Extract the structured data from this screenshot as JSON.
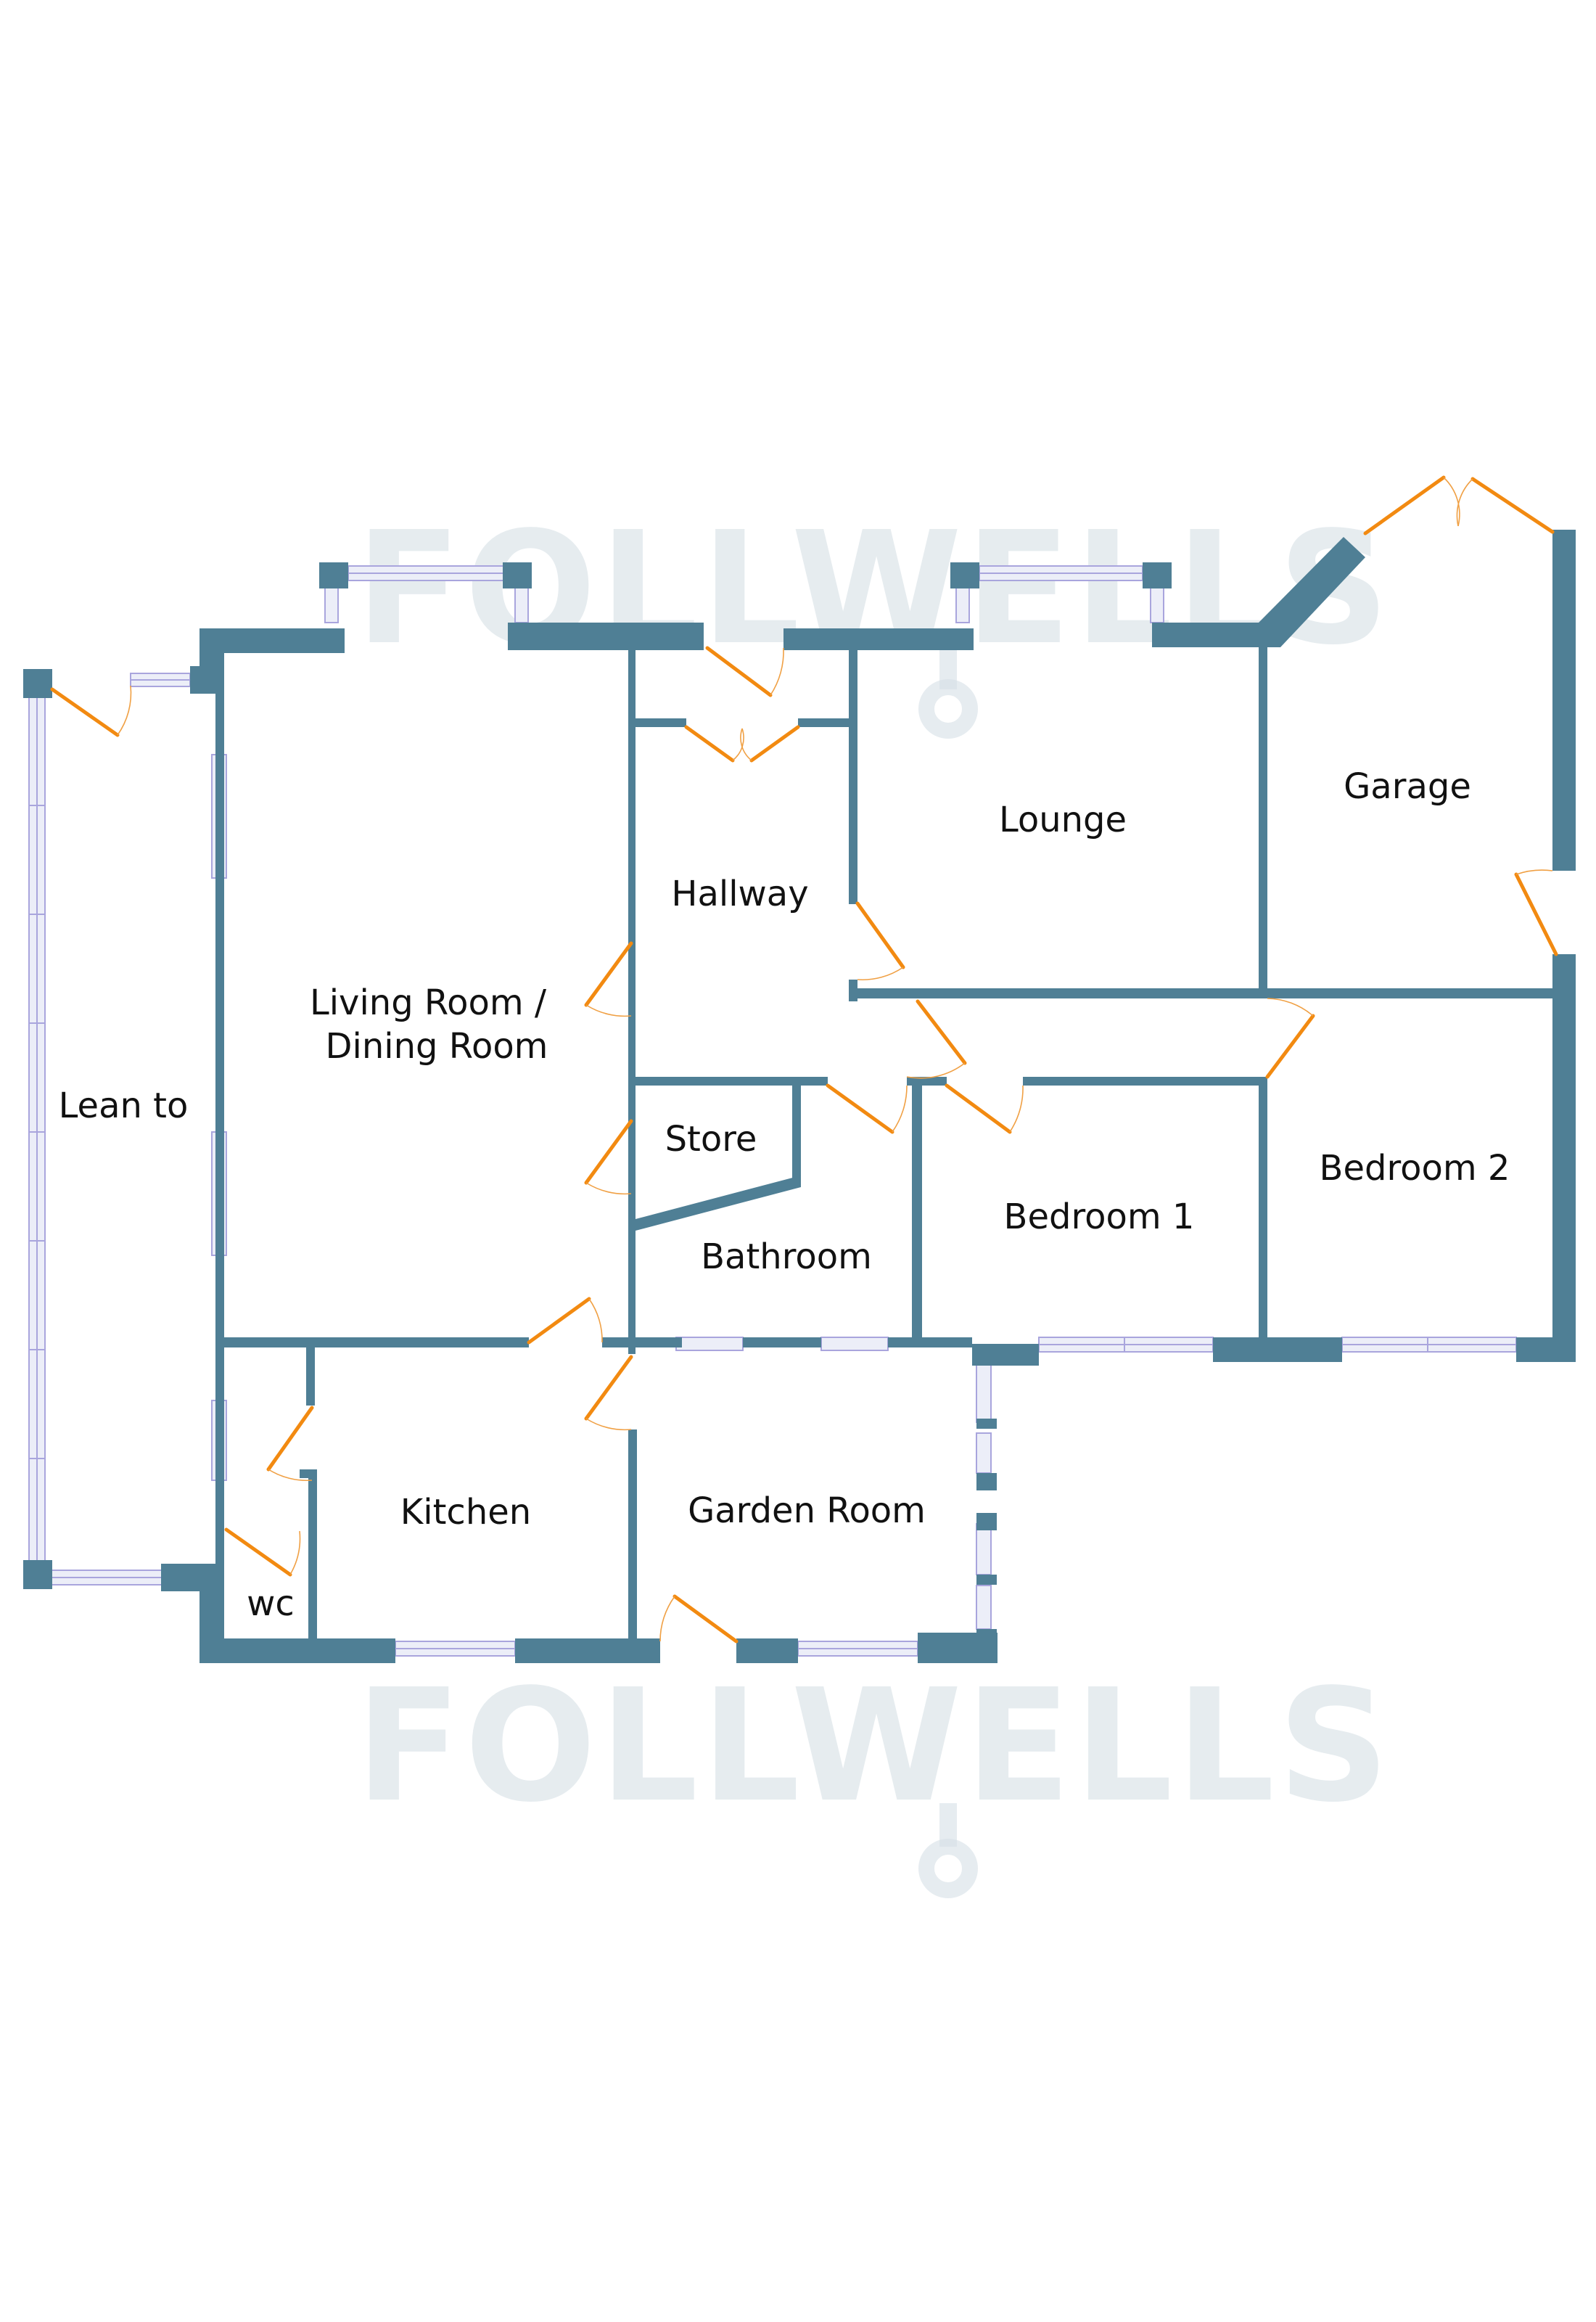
{
  "watermark": {
    "text": "FOLLWELLS",
    "color": "#d6e0e6"
  },
  "colors": {
    "wall": "#4f7f95",
    "door": "#f28a11",
    "window": "#a9a5dd"
  },
  "rooms": {
    "lean_to": "Lean to",
    "living_line1": "Living Room /",
    "living_line2": "Dining Room",
    "hallway": "Hallway",
    "lounge": "Lounge",
    "garage": "Garage",
    "store": "Store",
    "bathroom": "Bathroom",
    "bedroom1": "Bedroom 1",
    "bedroom2": "Bedroom 2",
    "kitchen": "Kitchen",
    "garden_room": "Garden Room",
    "wc": "wc"
  }
}
